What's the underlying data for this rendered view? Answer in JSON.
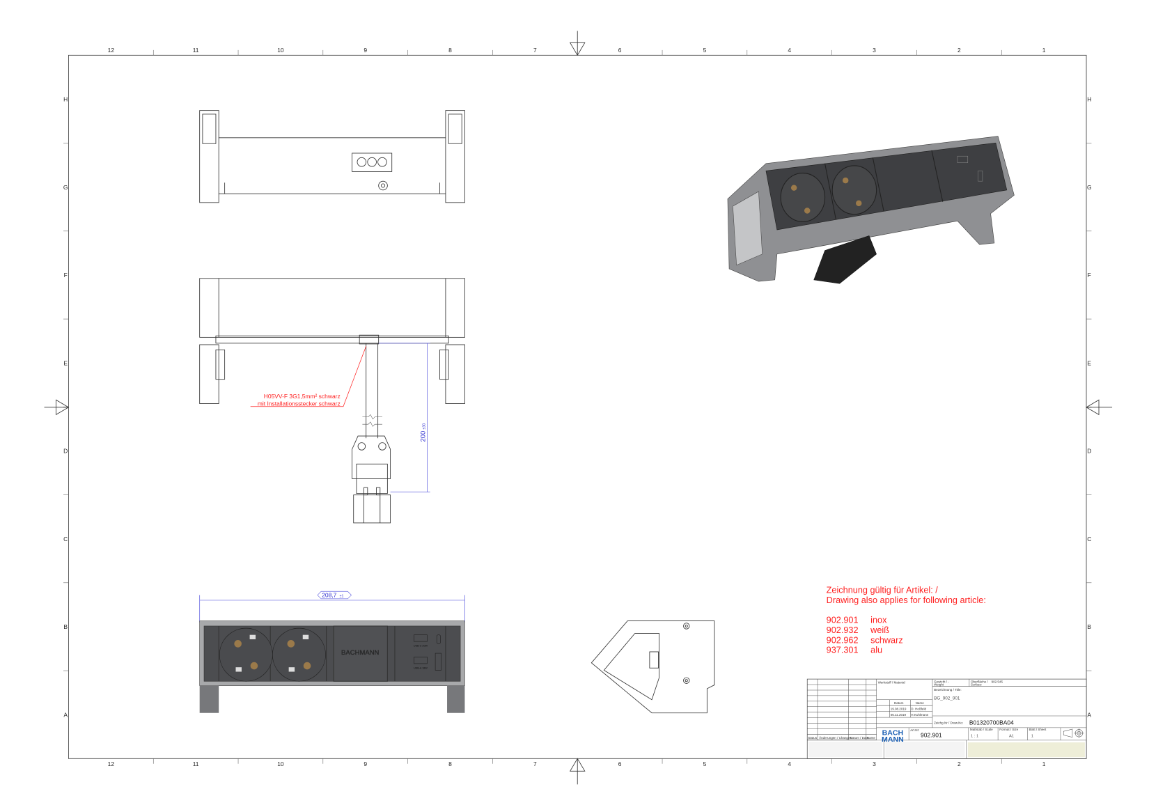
{
  "sheet": {
    "zone_numbers": [
      "12",
      "11",
      "10",
      "9",
      "8",
      "7",
      "6",
      "5",
      "4",
      "3",
      "2",
      "1"
    ],
    "zone_letters": [
      "H",
      "G",
      "F",
      "E",
      "D",
      "C",
      "B",
      "A"
    ]
  },
  "annotations": {
    "cable_line1": "H05VV-F 3G1,5mm² schwarz",
    "cable_line2": "mit Installationsstecker schwarz",
    "dim_length": "200",
    "dim_length_tol": "±30",
    "dim_width": "208,7",
    "dim_width_tol": "±1"
  },
  "front_view": {
    "usb_c_label": "USB-C 20W",
    "usb_a_label": "USB-A 18W",
    "logo": "BACHMANN"
  },
  "validity_note": {
    "line1": "Zeichnung gültig für Artikel: /",
    "line2": "Drawing also applies for following article:",
    "articles": [
      {
        "number": "902.901",
        "finish": "inox"
      },
      {
        "number": "902.932",
        "finish": "weiß"
      },
      {
        "number": "902.962",
        "finish": "schwarz"
      },
      {
        "number": "937.301",
        "finish": "alu"
      }
    ]
  },
  "title_block": {
    "material_label": "Werkstoff / Material",
    "weight_label": "Gewicht / -",
    "weight_label2": "Weight",
    "surface_label": "Oberfläche /",
    "surface_value": "902.545",
    "surface_label2": "Surface",
    "title_label": "Bezeichnung / Title:",
    "title_value": "BG_902_901",
    "date_header": "Datum",
    "name_header": "Name",
    "rows": [
      {
        "date": "19.08.2019",
        "name": "D. Hoßfeld"
      },
      {
        "date": "05.11.2019",
        "name": "H.Kuhlmann"
      }
    ],
    "draw_no_label": "Zeichg.Nr / Draw.No:",
    "draw_no": "B01320700BA04",
    "art_no_label": "Art.Nr:",
    "art_no": "902.901",
    "scale_label": "Maßstab / Scale",
    "scale": "1 : 1",
    "format_label": "Format / Size",
    "format": "A1",
    "sheet_label": "Blatt / Sheet",
    "sheet": "1",
    "changes_label": "Änderungen / Changes",
    "status_label": "Status",
    "date_label": "Datum / Date",
    "name_label": "Name",
    "logo_line1": "BACH",
    "logo_line2": "MANN"
  },
  "colors": {
    "annotation_red": "#ff2020",
    "dimension_blue": "#3030d0",
    "brand_blue": "#1a5fb4",
    "panel_dark": "#4a4b4e",
    "frame_gray": "#9a9b9d"
  }
}
